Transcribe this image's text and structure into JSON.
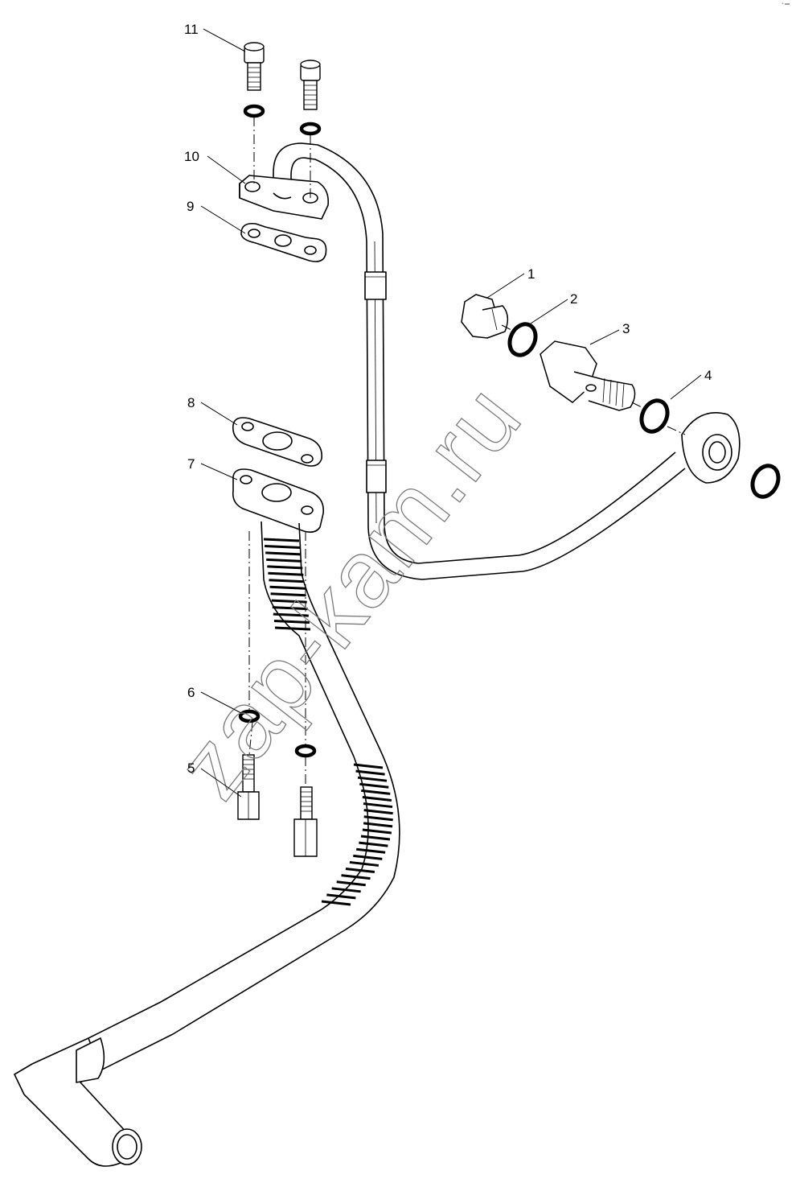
{
  "watermark": "zap-kam.ru",
  "corner_mark": "▪ ▬",
  "callouts": [
    {
      "id": "c1",
      "text": "1"
    },
    {
      "id": "c2",
      "text": "2"
    },
    {
      "id": "c3",
      "text": "3"
    },
    {
      "id": "c4",
      "text": "4"
    },
    {
      "id": "c5",
      "text": "5"
    },
    {
      "id": "c6",
      "text": "6"
    },
    {
      "id": "c7",
      "text": "7"
    },
    {
      "id": "c8",
      "text": "8"
    },
    {
      "id": "c9",
      "text": "9"
    },
    {
      "id": "c10",
      "text": "10"
    },
    {
      "id": "c11",
      "text": "11"
    }
  ],
  "colors": {
    "line": "#000000",
    "ring": "#111111",
    "watermark": "#7a7a7a"
  }
}
